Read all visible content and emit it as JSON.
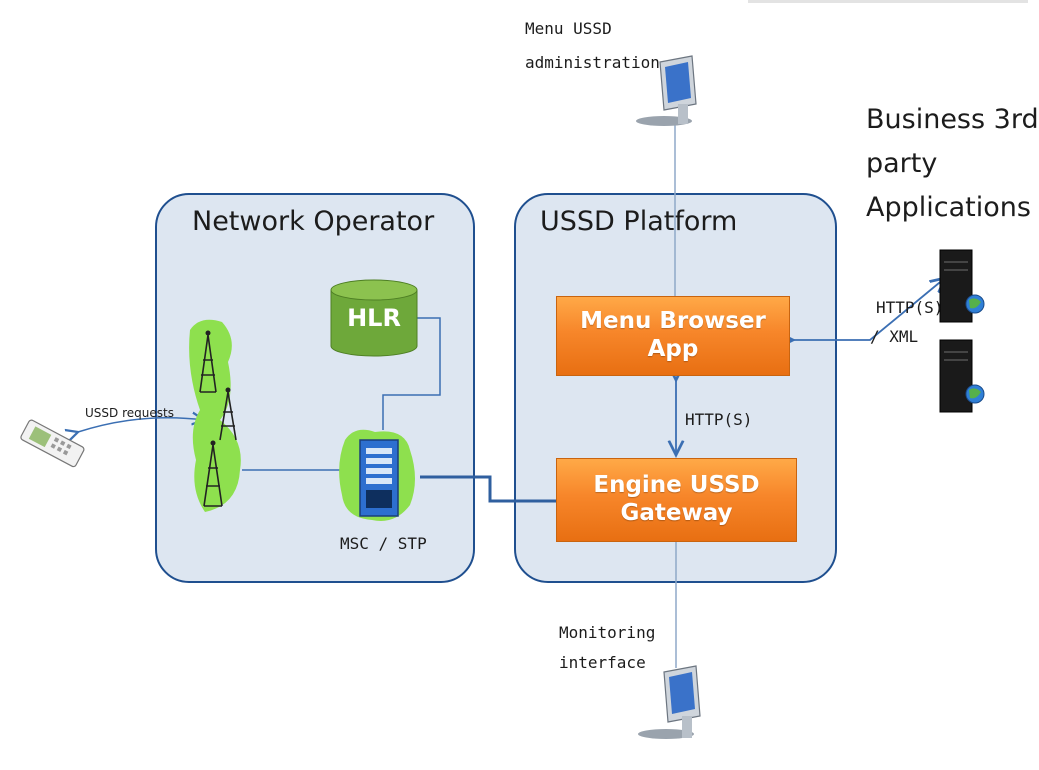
{
  "panels": {
    "network_operator": "Network Operator",
    "ussd_platform": "USSD Platform"
  },
  "nodes": {
    "hlr": "HLR",
    "menu_browser": "Menu Browser App",
    "engine_line1": "Engine USSD",
    "engine_line2": "Gateway",
    "msc": "MSC / STP"
  },
  "labels": {
    "menu_admin_line1": "Menu USSD",
    "menu_admin_line2": "administration",
    "business_line1": "Business 3rd",
    "business_line2": "party",
    "business_line3": "Applications",
    "http_xml_line1": "HTTP(S)",
    "http_xml_line2": "/ XML",
    "http_internal": "HTTP(S)",
    "monitoring_line1": "Monitoring",
    "monitoring_line2": "interface",
    "ussd_requests": "USSD requests"
  },
  "colors": {
    "panel_fill": "#dde6f1",
    "panel_border": "#1f4f8f",
    "orange": "#f7862a",
    "hlr_green": "#6ea83a",
    "link_blue": "#3b6fb3"
  },
  "icons": [
    "computer-icon",
    "server-icon",
    "cell-tower-icon",
    "mobile-phone-icon",
    "database-icon",
    "switch-rack-icon"
  ]
}
